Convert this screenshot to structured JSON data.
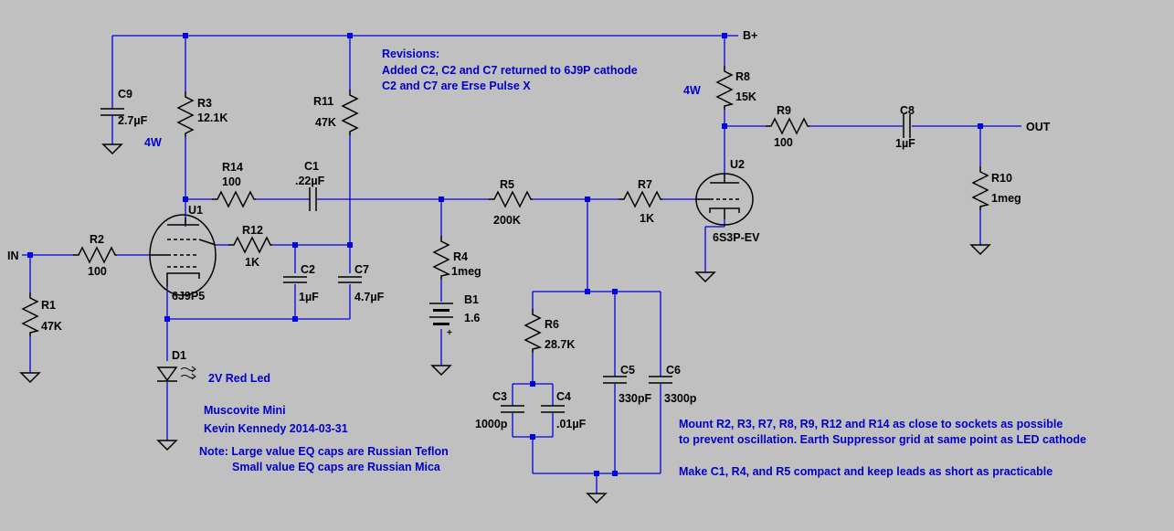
{
  "nets": {
    "bplus": "B+",
    "in": "IN",
    "out": "OUT"
  },
  "components": {
    "C9": {
      "ref": "C9",
      "value": "2.7µF"
    },
    "R3": {
      "ref": "R3",
      "value": "12.1K"
    },
    "R11": {
      "ref": "R11",
      "value": "47K"
    },
    "R8": {
      "ref": "R8",
      "value": "15K"
    },
    "R9": {
      "ref": "R9",
      "value": "100"
    },
    "C8": {
      "ref": "C8",
      "value": "1µF"
    },
    "R10": {
      "ref": "R10",
      "value": "1meg"
    },
    "R14": {
      "ref": "R14",
      "value": "100"
    },
    "C1": {
      "ref": "C1",
      "value": ".22µF"
    },
    "R5": {
      "ref": "R5",
      "value": "200K"
    },
    "R7": {
      "ref": "R7",
      "value": "1K"
    },
    "U1": {
      "ref": "U1",
      "value": "6J9P5"
    },
    "U2": {
      "ref": "U2",
      "value": "6S3P-EV"
    },
    "R2": {
      "ref": "R2",
      "value": "100"
    },
    "R12": {
      "ref": "R12",
      "value": "1K"
    },
    "C2": {
      "ref": "C2",
      "value": "1µF"
    },
    "C7": {
      "ref": "C7",
      "value": "4.7µF"
    },
    "R4": {
      "ref": "R4",
      "value": "1meg"
    },
    "B1": {
      "ref": "B1",
      "value": "1.6",
      "plus": "+"
    },
    "R1": {
      "ref": "R1",
      "value": "47K"
    },
    "D1": {
      "ref": "D1",
      "value": "2V Red Led"
    },
    "R6": {
      "ref": "R6",
      "value": "28.7K"
    },
    "C3": {
      "ref": "C3",
      "value": "1000p"
    },
    "C4": {
      "ref": "C4",
      "value": ".01µF"
    },
    "C5": {
      "ref": "C5",
      "value": "330pF"
    },
    "C6": {
      "ref": "C6",
      "value": "3300p"
    }
  },
  "power_ratings": {
    "r3": "4W",
    "r8": "4W"
  },
  "notes": {
    "revisions": [
      "Revisions:",
      "Added C2, C2 and C7 returned to 6J9P cathode",
      "C2 and C7 are Erse Pulse X"
    ],
    "credit": [
      "Muscovite Mini",
      "Kevin Kennedy 2014-03-31"
    ],
    "eq_caps": [
      "Note: Large value EQ caps are Russian Teflon",
      "Small value EQ caps are Russian Mica"
    ],
    "layout": [
      "Mount R2, R3, R7, R8, R9, R12 and R14 as close to sockets as possible",
      "to prevent oscillation. Earth Suppressor grid at same point as LED cathode",
      "Make C1, R4, and R5 compact and keep leads as short as practicable"
    ]
  },
  "colors": {
    "background": "#c0c0c0",
    "wire": "#0000e0",
    "component": "#000000",
    "note_text": "#0000cc"
  }
}
